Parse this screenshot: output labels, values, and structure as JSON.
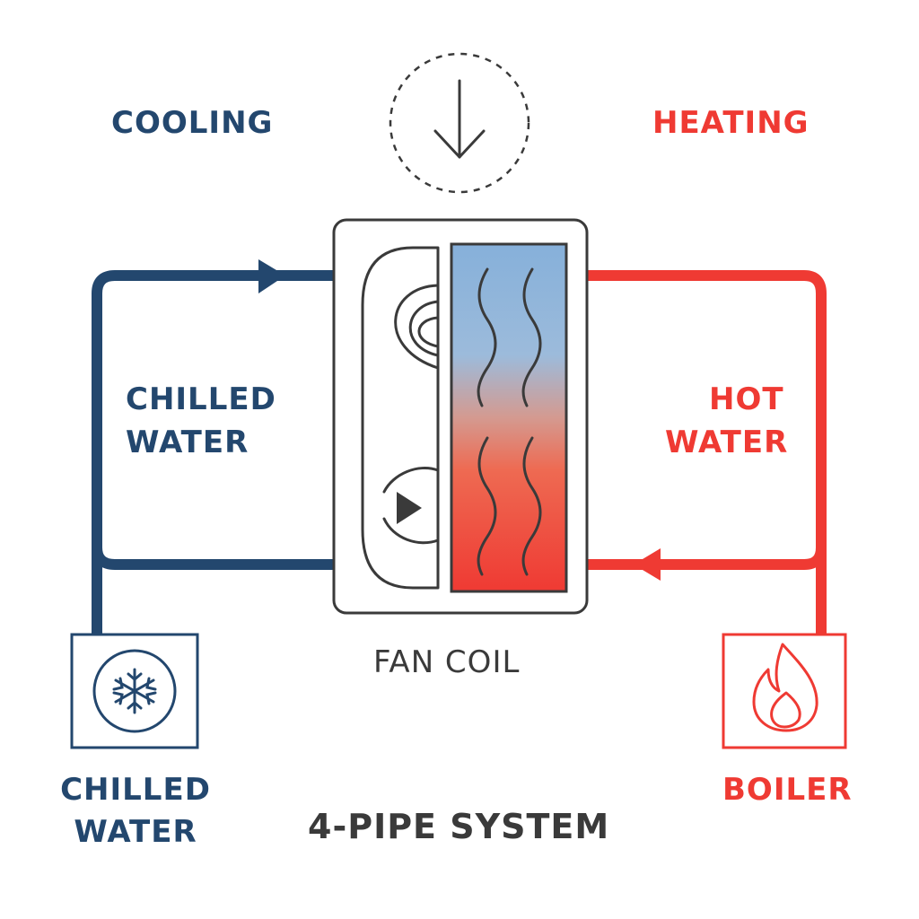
{
  "labels": {
    "cooling": "COOLING",
    "heating": "HEATING",
    "chilled_water_pipe_line1": "CHILLED",
    "chilled_water_pipe_line2": "WATER",
    "hot_water_line1": "HOT",
    "hot_water_line2": "WATER",
    "fan_coil": "FAN COIL",
    "chiller_line1": "CHILLED",
    "chiller_line2": "WATER",
    "boiler": "BOILER",
    "system": "4-PIPE SYSTEM"
  },
  "icons": {
    "airflow": "arrow-down-icon",
    "chiller": "snowflake-icon",
    "boiler": "flame-icon",
    "fan": "fan-blower-icon",
    "coil": "heat-exchanger-coil-icon"
  },
  "colors": {
    "cooling": "#23476e",
    "heating": "#ef3a33",
    "outline": "#3a3a3a",
    "coil_top": "#8fb5dd",
    "coil_bottom": "#ef3a33"
  }
}
